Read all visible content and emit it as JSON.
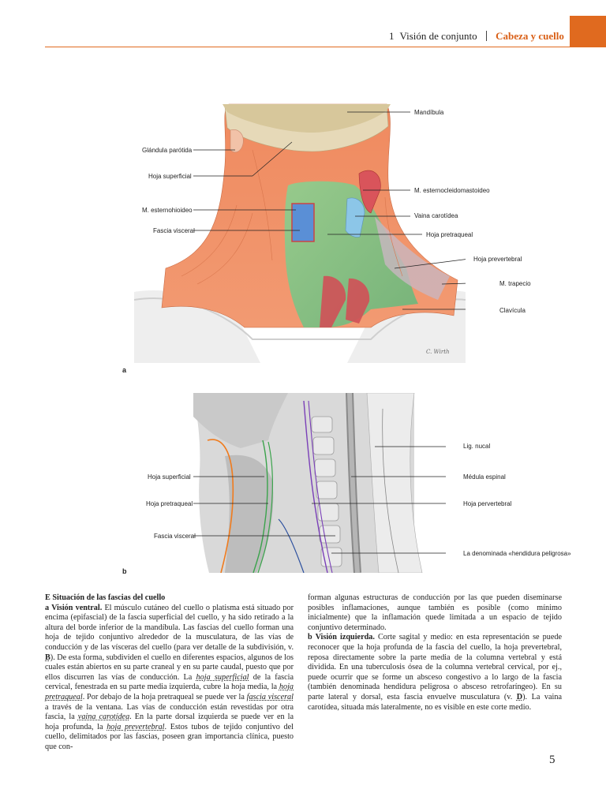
{
  "header": {
    "chapter_number": "1",
    "chapter_title": "Visión de conjunto",
    "section_title": "Cabeza y cuello",
    "accent_color": "#e06a1f"
  },
  "figure_a": {
    "letter": "a",
    "signature": "C. Wirth",
    "labels": {
      "mandibula": "Mandíbula",
      "glandula_parotida": "Glándula parótida",
      "hoja_superficial": "Hoja superficial",
      "esternocleidomastoideo": "M. esternocleidomastoideo",
      "vaina_carotidea": "Vaina carotídea",
      "esternohioideo": "M. esternohioideo",
      "fascia_visceral": "Fascia visceral",
      "hoja_pretraqueal": "Hoja pretraqueal",
      "hoja_prevertebral": "Hoja prevertebral",
      "trapecio": "M. trapecio",
      "clavicula": "Clavícula"
    }
  },
  "figure_b": {
    "letter": "b",
    "labels": {
      "lig_nucal": "Lig. nucal",
      "hoja_superficial": "Hoja superficial",
      "medula_espinal": "Médula espinal",
      "hoja_pretraqueal": "Hoja pretraqueal",
      "hoja_pervertebral": "Hoja pervertebral",
      "fascia_visceral": "Fascia visceral",
      "hendidura": "La denominada «hendidura peligrosa»"
    }
  },
  "text": {
    "heading": "E  Situación de las fascias del cuello",
    "a_title": "a  Visión ventral.",
    "a_body_1": " El músculo cutáneo del cuello o platisma está situado por encima (epifascial) de la fascia superficial del cuello, y ha sido retirado a la altura del borde inferior de la mandíbula. Las fascias del cuello forman una hoja de tejido conjuntivo alrededor de la musculatura, de las vías de conducción y de las vísceras del cuello (para ver detalle de la subdivisión, v. ",
    "a_ref_1": "B",
    "a_body_2": "). De esta forma, subdividen el cuello en diferentes espacios, algunos de los cuales están abiertos en su parte craneal y en su parte caudal, puesto que por ellos discurren las vías de conducción. La ",
    "a_term_1": "hoja superficial",
    "a_body_3": " de la fascia cervical, fenestrada en su parte media izquierda, cubre la hoja media, la ",
    "a_term_2": "hoja pretraqueal",
    "a_body_4": ". Por debajo de la hoja pretraqueal se puede ver la ",
    "a_term_3": "fascia visceral",
    "a_body_5": " a través de la ventana. Las vías de conducción están revestidas por otra fascia, la ",
    "a_term_4": "vaina carotídea",
    "a_body_6": ". En la parte dorsal izquierda se puede ver en la hoja profunda, la ",
    "a_term_5": "hoja prevertebral",
    "a_body_7": ". Estos tubos de tejido conjuntivo del cuello, delimitados por las fascias, poseen gran importancia clínica, puesto que con-",
    "r_body_1": "forman algunas estructuras de conducción por las que pueden diseminarse posibles inflamaciones, aunque también es posible (como mínimo inicialmente) que la inflamación quede limitada a un espacio de tejido conjuntivo determinado.",
    "b_title": "b  Visión izquierda.",
    "b_body_1": " Corte sagital y medio: en esta representación se puede reconocer que la hoja profunda de la fascia del cuello, la hoja prevertebral, reposa directamente sobre la parte media de la columna vertebral y está dividida. En una tuberculosis ósea de la columna vertebral cervical, por ej., puede ocurrir que se forme un absceso congestivo a lo largo de la fascia (también denominada hendidura peligrosa o absceso retrofaríngeo). En su parte lateral y dorsal, esta fascia envuelve musculatura (v. ",
    "b_ref_1": "D",
    "b_body_2": "). La vaina carotídea, situada más lateralmente, no es visible en este corte medio."
  },
  "page_number": "5"
}
